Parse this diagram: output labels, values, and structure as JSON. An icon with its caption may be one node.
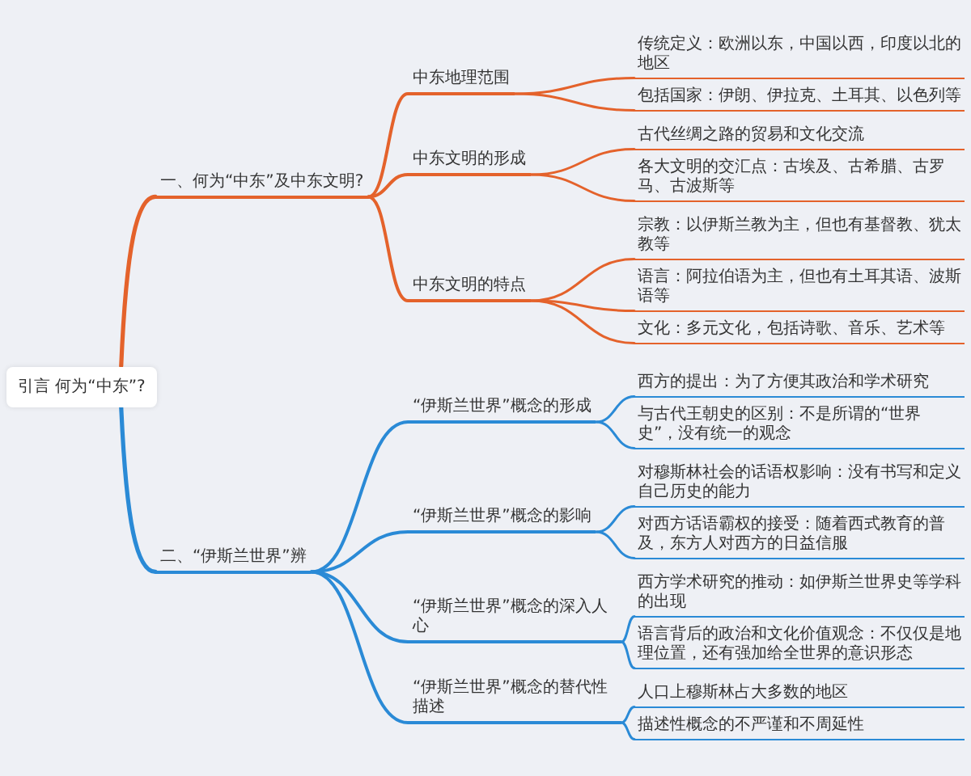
{
  "diagram": {
    "nodes": [
      {
        "text": [
          "引言 何为“中东”?"
        ]
      },
      {
        "text": [
          "一、何为“中东”及中东文明?"
        ]
      },
      {
        "text": [
          "中东地理范围"
        ]
      },
      {
        "text": [
          "传统定义：欧洲以东，中国以西，印度以北的地区"
        ]
      },
      {
        "text": [
          "包括国家：伊朗、伊拉克、土耳其、以色列等"
        ]
      },
      {
        "text": [
          "中东文明的形成"
        ]
      },
      {
        "text": [
          "古代丝绸之路的贸易和文化交流"
        ]
      },
      {
        "text": [
          "各大文明的交汇点：古埃及、古希腊、古罗马、古波斯等"
        ]
      },
      {
        "text": [
          "中东文明的特点"
        ]
      },
      {
        "text": [
          "宗教：以伊斯兰教为主，但也有基督教、犹太教等"
        ]
      },
      {
        "text": [
          "语言：阿拉伯语为主，但也有土耳其语、波斯语等"
        ]
      },
      {
        "text": [
          "文化：多元文化，包括诗歌、音乐、艺术等"
        ]
      },
      {
        "text": [
          "二、“伊斯兰世界”辨"
        ]
      },
      {
        "text": [
          "“伊斯兰世界”概念的形成"
        ]
      },
      {
        "text": [
          "西方的提出：为了方便其政治和学术研究"
        ]
      },
      {
        "text": [
          "与古代王朝史的区别：不是所谓的“世界史”，没有统一的观念"
        ]
      },
      {
        "text": [
          "“伊斯兰世界”概念的影响"
        ]
      },
      {
        "text": [
          "对穆斯林社会的话语权影响：没有书写和定义自己历史的能力"
        ]
      },
      {
        "text": [
          "对西方话语霸权的接受：随着西式教育的普及，东方人对西方的日益信服"
        ]
      },
      {
        "text": [
          "“伊斯兰世界”概念的深入人心"
        ]
      },
      {
        "text": [
          "西方学术研究的推动：如伊斯兰世界史等学科的出现"
        ]
      },
      {
        "text": [
          "语言背后的政治和文化价值观念：不仅仅是地理位置，还有强加给全世界的意识形态"
        ]
      },
      {
        "text": [
          "“伊斯兰世界”概念的替代性描述"
        ]
      },
      {
        "text": [
          "人口上穆斯林占大多数的地区"
        ]
      },
      {
        "text": [
          "描述性概念的不严谨和不周延性"
        ]
      }
    ],
    "edges": [
      {
        "from": 0,
        "to": 1,
        "arrow": "none",
        "color": "#e4622b"
      },
      {
        "from": 1,
        "to": 2,
        "arrow": "none",
        "color": "#e4622b"
      },
      {
        "from": 2,
        "to": 3,
        "arrow": "none",
        "color": "#e4622b"
      },
      {
        "from": 2,
        "to": 4,
        "arrow": "none",
        "color": "#e4622b"
      },
      {
        "from": 1,
        "to": 5,
        "arrow": "none",
        "color": "#e4622b"
      },
      {
        "from": 5,
        "to": 6,
        "arrow": "none",
        "color": "#e4622b"
      },
      {
        "from": 5,
        "to": 7,
        "arrow": "none",
        "color": "#e4622b"
      },
      {
        "from": 1,
        "to": 8,
        "arrow": "none",
        "color": "#e4622b"
      },
      {
        "from": 8,
        "to": 9,
        "arrow": "none",
        "color": "#e4622b"
      },
      {
        "from": 8,
        "to": 10,
        "arrow": "none",
        "color": "#e4622b"
      },
      {
        "from": 8,
        "to": 11,
        "arrow": "none",
        "color": "#e4622b"
      },
      {
        "from": 0,
        "to": 12,
        "arrow": "none"
      },
      {
        "from": 12,
        "to": 13,
        "arrow": "none"
      },
      {
        "from": 13,
        "to": 14,
        "arrow": "none"
      },
      {
        "from": 13,
        "to": 15,
        "arrow": "none"
      },
      {
        "from": 12,
        "to": 16,
        "arrow": "none"
      },
      {
        "from": 16,
        "to": 17,
        "arrow": "none"
      },
      {
        "from": 16,
        "to": 18,
        "arrow": "none"
      },
      {
        "from": 12,
        "to": 19,
        "arrow": "none"
      },
      {
        "from": 19,
        "to": 20,
        "arrow": "none"
      },
      {
        "from": 19,
        "to": 21,
        "arrow": "none"
      },
      {
        "from": 12,
        "to": 22,
        "arrow": "none"
      },
      {
        "from": 22,
        "to": 23,
        "arrow": "none"
      },
      {
        "from": 22,
        "to": 24,
        "arrow": "none"
      }
    ]
  }
}
